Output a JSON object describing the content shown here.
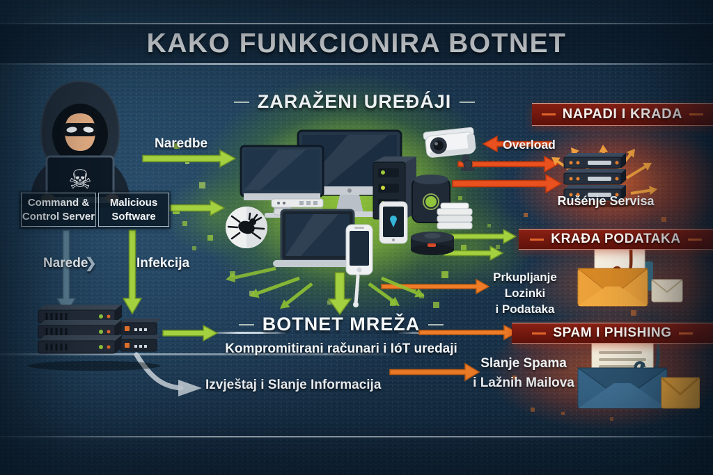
{
  "title": "KAKO FUNKCIONIRA BOTNET",
  "icons": {
    "skull": "☠",
    "chevron": "❯"
  },
  "left_flow": {
    "naredbe_label": "Naredbe",
    "cc_box_line1": "Command &",
    "cc_box_line2": "Control Server",
    "malware_box_line1": "Malicious",
    "malware_box_line2": "Software",
    "narede_label": "Narede",
    "infekcija_label": "Infekcija",
    "report_label": "Izvještaj i Slanje Informacija"
  },
  "center": {
    "infected_title": "ZARAŽENI UREĐÁJI",
    "botnet_title": "BOTNET MREŽA",
    "botnet_subtitle": "Kompromitirani računari i IóT uredaji"
  },
  "right": {
    "attacks_title": "NAPADI I KRADA",
    "overload_label": "Overload",
    "attacks_caption": "Rušénje Servisa",
    "theft_title": "KRAĐA PODATAKA",
    "theft_caption_line1": "Prkupljanje Lozinki",
    "theft_caption_line2": "i Podataka",
    "spam_title": "SPAM I PHISHING",
    "spam_caption_line1": "Slanje Spama",
    "spam_caption_line2": "i Lažnih Mailova"
  },
  "colors": {
    "background": "#17334b",
    "green_accent": "#9ccb3b",
    "red_accent": "#e84e1d",
    "banner_red": "#7a1d12",
    "text": "#f3f6f8"
  }
}
